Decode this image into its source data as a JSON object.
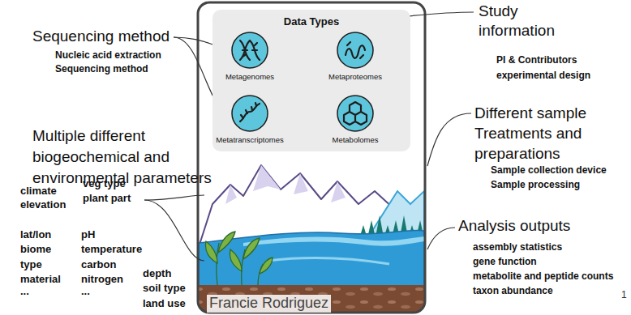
{
  "diagram": {
    "nodes": [
      {
        "text": [
          "Data Types"
        ]
      },
      {
        "text": [
          "Metagenomes"
        ],
        "in": 0
      },
      {
        "text": [
          "Metaproteomes"
        ],
        "in": 0
      },
      {
        "text": [
          "Metatranscriptomes"
        ],
        "in": 0
      },
      {
        "text": [
          "Metabolomes"
        ],
        "in": 0
      }
    ],
    "labels": [
      "Sequencing method",
      "Nucleic acid extraction",
      "Sequencing method",
      "Multiple different biogeochemical and environmental parameters",
      "climate",
      "elevation",
      "veg type",
      "plant part",
      "lat/lon",
      "biome",
      "type",
      "material",
      "...",
      "pH",
      "temperature",
      "carbon",
      "nitrogen",
      "...",
      "depth",
      "soil type",
      "land use",
      "Study information",
      "PI & Contributors",
      "experimental design",
      "Different sample Treatments and preparations",
      "Sample collection device",
      "Sample processing",
      "Analysis outputs",
      "assembly statistics",
      "gene function",
      "metabolite and peptide counts",
      "taxon abundance",
      "1",
      "Francie Rodriguez"
    ]
  }
}
